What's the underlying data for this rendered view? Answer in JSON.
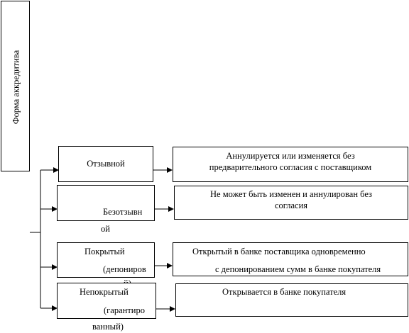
{
  "root": {
    "label": "Форма аккредитива"
  },
  "types": [
    {
      "name": "Отзывной",
      "description": [
        "Аннулируется или изменяется без",
        "предварительного согласия с поставщиком"
      ]
    },
    {
      "name_lines": [
        "Безотзывн",
        "ой"
      ],
      "description": [
        "Не может быть изменен и аннулирован без",
        "согласия"
      ]
    },
    {
      "name_lines": [
        "Покрытый",
        "(депониров",
        "й)"
      ],
      "description": [
        "Открытый в банке поставщика одновременно",
        "с депонированием сумм в банке покупателя"
      ]
    },
    {
      "name_lines": [
        "Непокрытый",
        "(гарантиро",
        "ванный)"
      ],
      "description": [
        "Открывается в банке покупателя"
      ]
    }
  ]
}
